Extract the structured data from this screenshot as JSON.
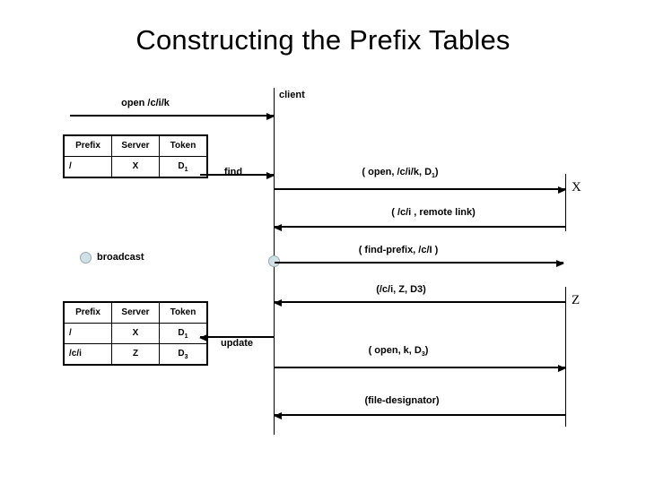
{
  "slide": {
    "title": "Constructing the Prefix Tables",
    "background": "#ffffff",
    "ink": "#000000",
    "accent": "#cfe0e6"
  },
  "lifelines": [
    {
      "id": "client",
      "label": "client"
    },
    {
      "id": "server_x",
      "label": "X"
    },
    {
      "id": "server_z",
      "label": "Z"
    }
  ],
  "tables": [
    {
      "name": "prefix-table-initial",
      "headers": [
        "Prefix",
        "Server",
        "Token"
      ],
      "rows": [
        {
          "prefix": "/",
          "server": "X",
          "token": "D",
          "token_sub": "1"
        }
      ]
    },
    {
      "name": "prefix-table-updated",
      "headers": [
        "Prefix",
        "Server",
        "Token"
      ],
      "rows": [
        {
          "prefix": "/",
          "server": "X",
          "token": "D",
          "token_sub": "1"
        },
        {
          "prefix": "/c/i",
          "server": "Z",
          "token": "D",
          "token_sub": "3"
        }
      ]
    }
  ],
  "messages": [
    {
      "name": "open-request",
      "label": "open /c/i/k",
      "direction": "right"
    },
    {
      "name": "find-local",
      "label": "find",
      "direction": "right"
    },
    {
      "name": "open-to-x",
      "label_pre": "( open, /c/i/k, D",
      "label_sub": "1",
      "label_post": ")",
      "direction": "right"
    },
    {
      "name": "remote-link-reply",
      "label": "( /c/i , remote link)",
      "direction": "left"
    },
    {
      "name": "find-prefix-broadcast",
      "label": "( find-prefix, /c/I )",
      "direction": "right"
    },
    {
      "name": "prefix-reply-from-z",
      "label": "(/c/i, Z, D3)",
      "direction": "left"
    },
    {
      "name": "update-table",
      "label": "update",
      "direction": "left"
    },
    {
      "name": "open-to-z",
      "label_pre": "( open, k, D",
      "label_sub": "3",
      "label_post": ")",
      "direction": "right"
    },
    {
      "name": "file-designator-reply",
      "label": "(file-designator)",
      "direction": "left"
    }
  ],
  "legend": {
    "broadcast_label": "broadcast"
  }
}
